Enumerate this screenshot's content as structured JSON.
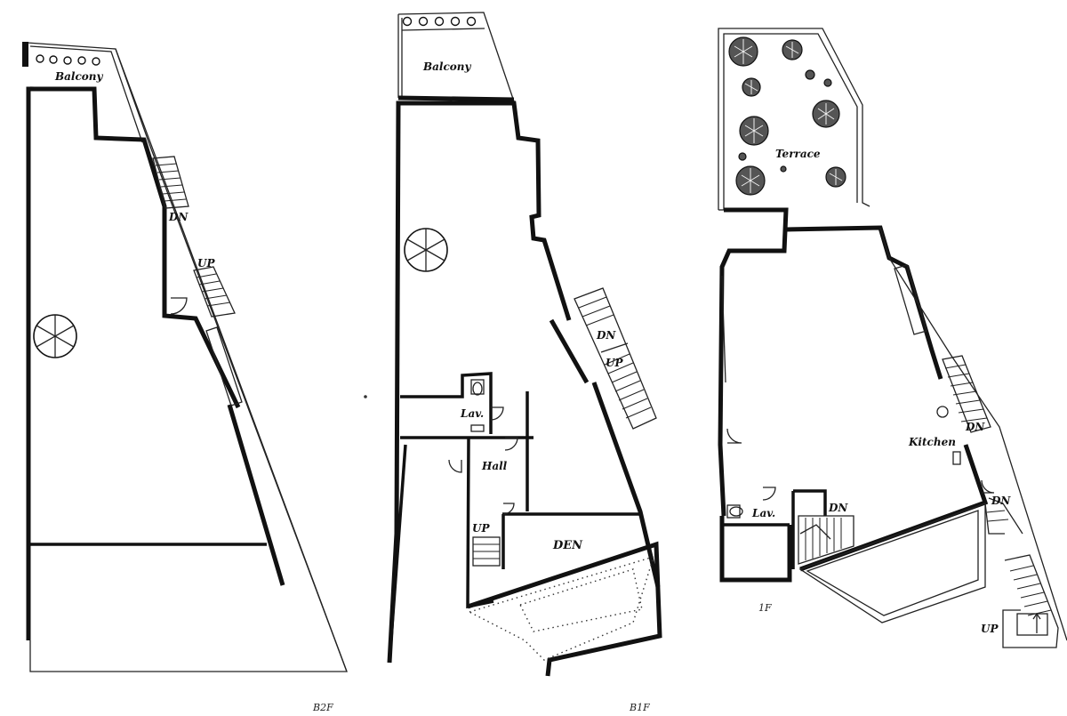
{
  "floors": {
    "b2f": {
      "label": "B2F",
      "rooms": {
        "balcony": "Balcony"
      },
      "stairs": {
        "down": "DN",
        "up": "UP"
      }
    },
    "b1f": {
      "label": "B1F",
      "rooms": {
        "balcony": "Balcony",
        "lav": "Lav.",
        "hall": "Hall",
        "den": "DEN"
      },
      "stairs": {
        "down": "DN",
        "up_main": "UP",
        "up_hall": "UP"
      }
    },
    "f1": {
      "label": "1F",
      "rooms": {
        "terrace": "Terrace",
        "kitchen": "Kitchen",
        "lav": "Lav."
      },
      "stairs": {
        "down_right_top": "DN",
        "down_right": "DN",
        "down_center": "DN",
        "up_bottom": "UP"
      }
    }
  }
}
